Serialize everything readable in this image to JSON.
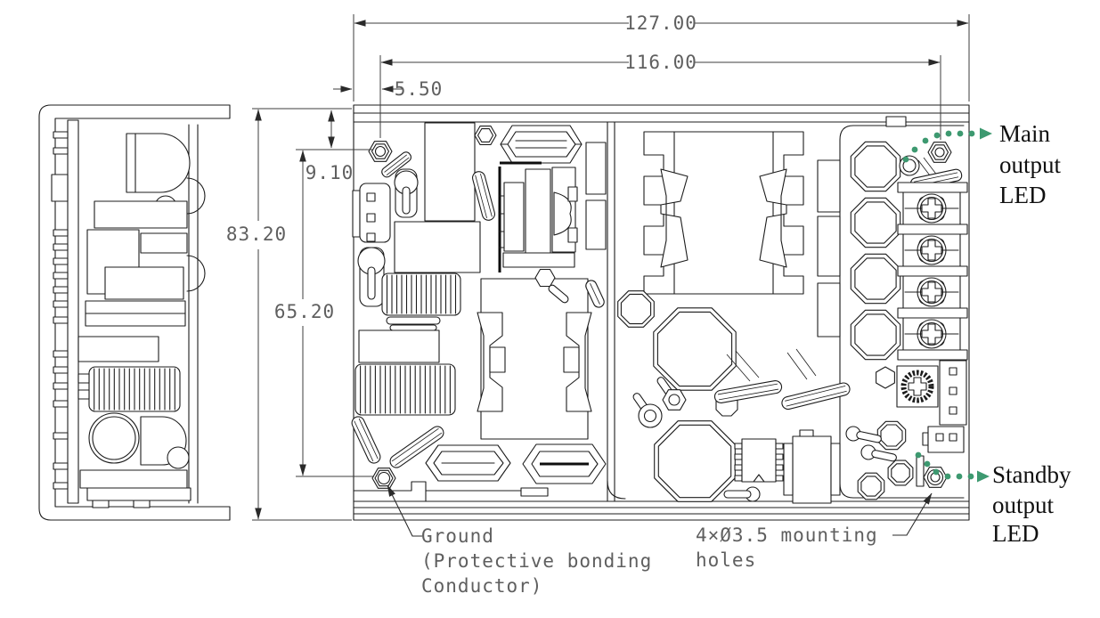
{
  "drawing": {
    "dimensions": {
      "overall_width": "127.00",
      "mounting_hole_span_width": "116.00",
      "hole_offset_left": "5.50",
      "hole_offset_top": "9.10",
      "overall_height": "83.20",
      "mounting_hole_span_height": "65.20"
    },
    "callouts": {
      "main_led": {
        "line1": "Main",
        "line2": "output",
        "line3": "LED"
      },
      "standby_led": {
        "line1": "Standby",
        "line2": "output",
        "line3": "LED"
      },
      "ground": {
        "line1": "Ground",
        "line2": "(Protective bonding",
        "line3": "Conductor)"
      },
      "mounting": {
        "line1": "4×Ø3.5 mounting",
        "line2": "holes"
      }
    },
    "colors": {
      "line": "#1c1c1c",
      "dimension_text": "#5f5f5f",
      "accent_green": "#3d9970"
    }
  }
}
